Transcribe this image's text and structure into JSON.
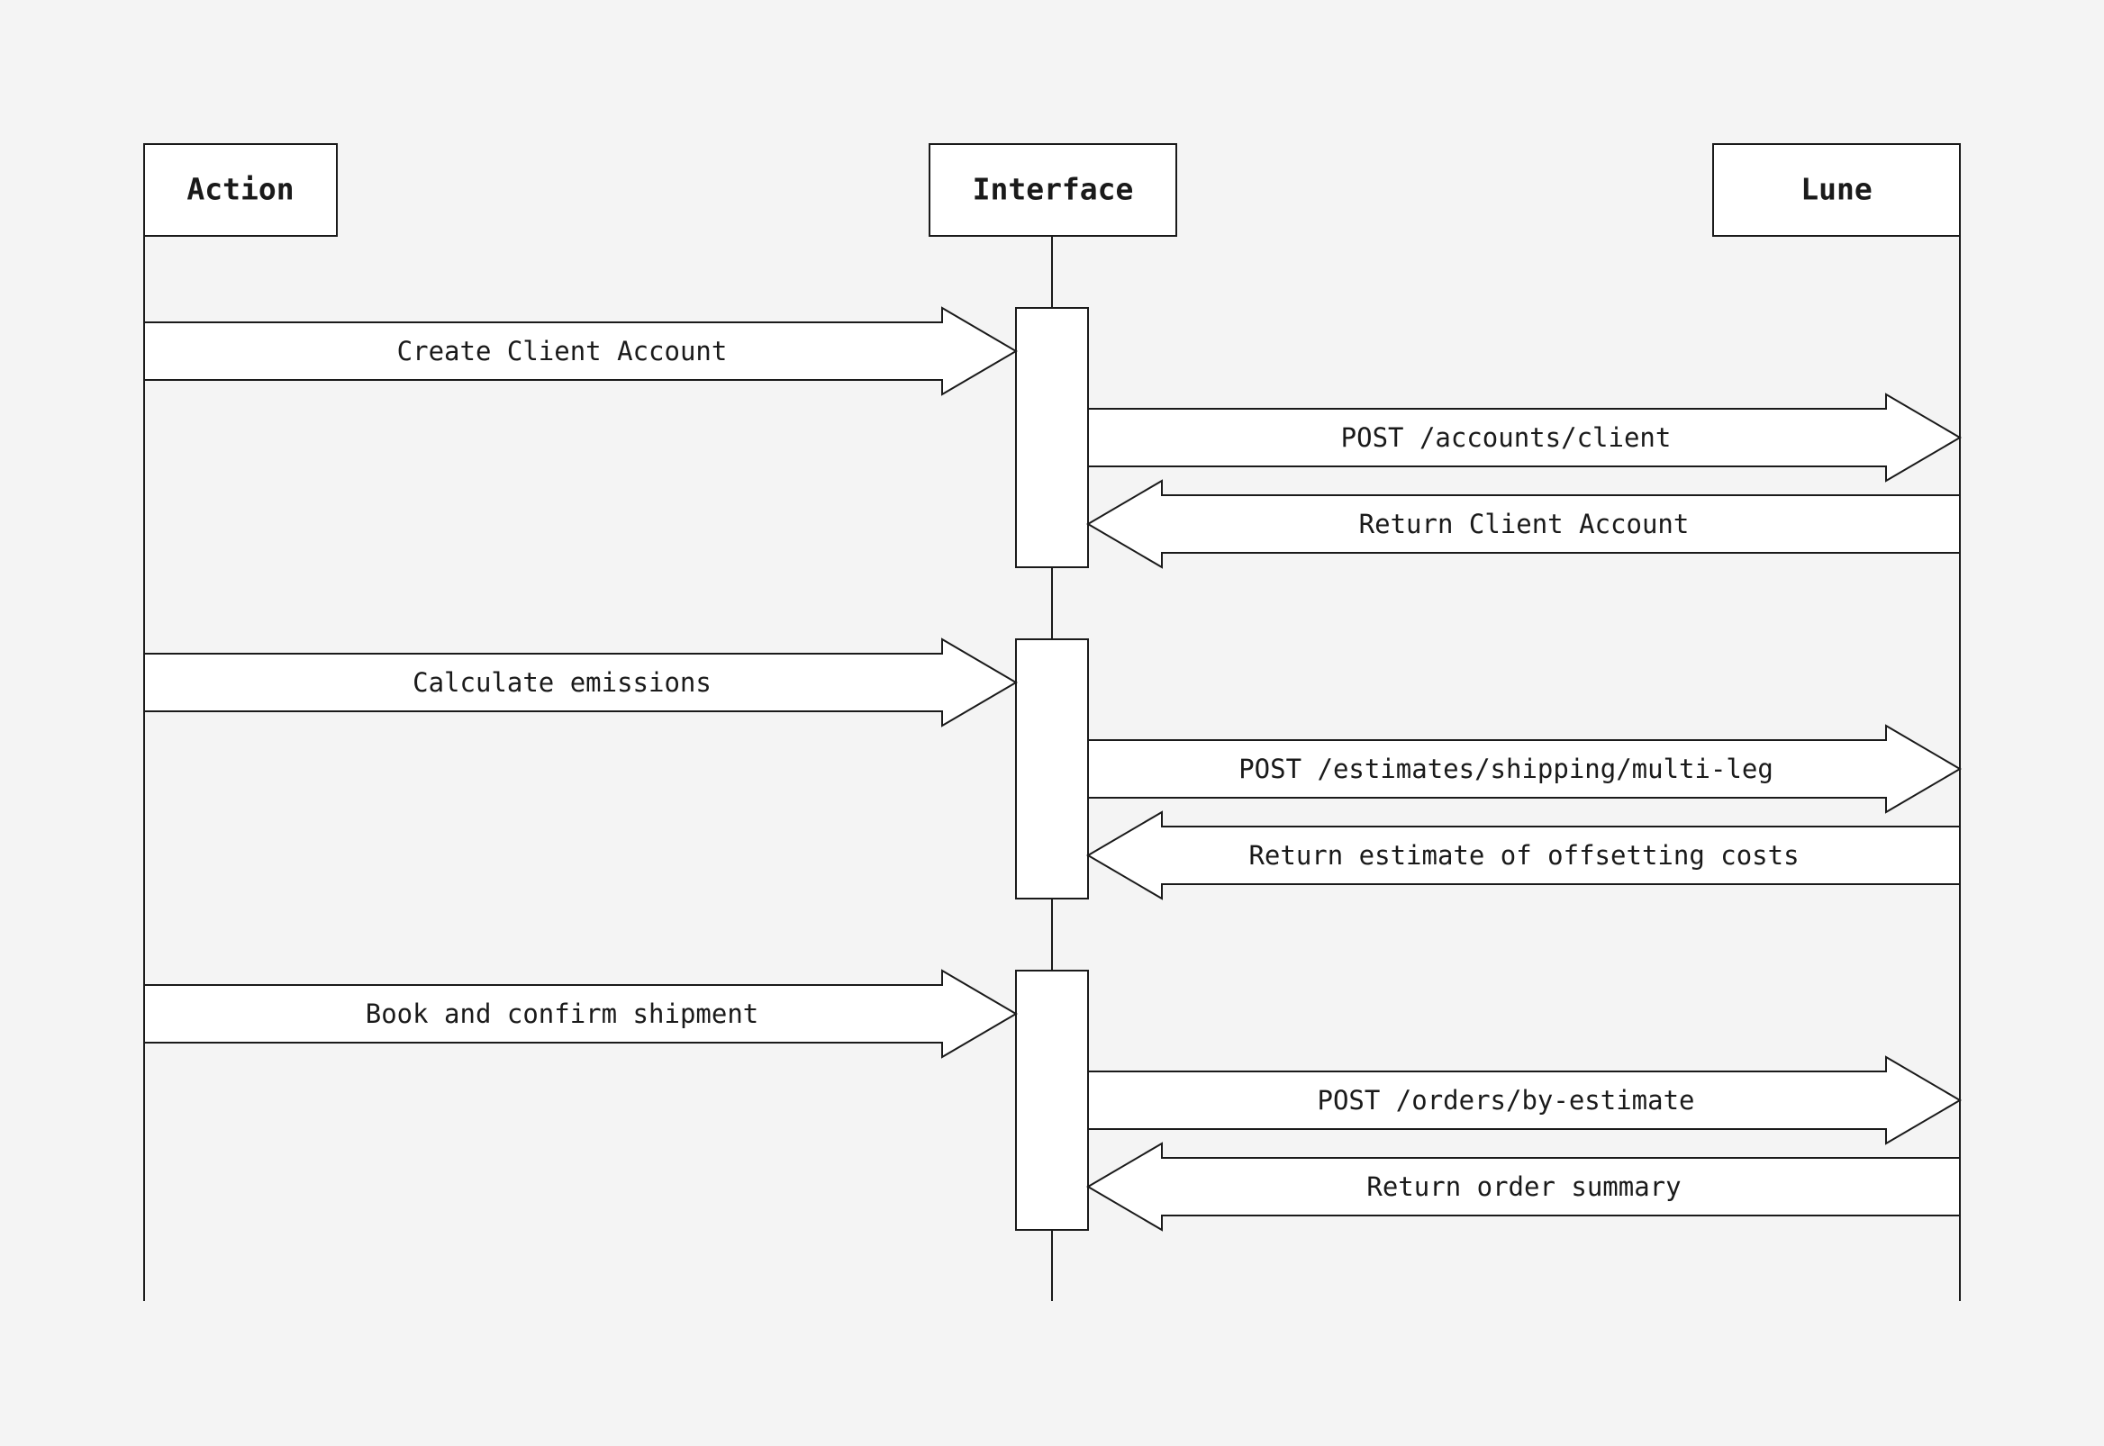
{
  "colors": {
    "background": "#f4f4f4",
    "stroke": "#1a1a1a",
    "fill": "#ffffff",
    "text": "#1a1a1a"
  },
  "participants": [
    {
      "id": "action",
      "label": "Action"
    },
    {
      "id": "interface",
      "label": "Interface"
    },
    {
      "id": "lune",
      "label": "Lune"
    }
  ],
  "groups": [
    {
      "messages": [
        {
          "label": "Create Client Account",
          "from": "action",
          "to": "interface"
        },
        {
          "label": "POST /accounts/client",
          "from": "interface",
          "to": "lune"
        },
        {
          "label": "Return Client Account",
          "from": "lune",
          "to": "interface"
        }
      ]
    },
    {
      "messages": [
        {
          "label": "Calculate emissions",
          "from": "action",
          "to": "interface"
        },
        {
          "label": "POST /estimates/shipping/multi-leg",
          "from": "interface",
          "to": "lune"
        },
        {
          "label": "Return estimate of offsetting costs",
          "from": "lune",
          "to": "interface"
        }
      ]
    },
    {
      "messages": [
        {
          "label": "Book and confirm shipment",
          "from": "action",
          "to": "interface"
        },
        {
          "label": "POST /orders/by-estimate",
          "from": "interface",
          "to": "lune"
        },
        {
          "label": "Return order summary",
          "from": "lune",
          "to": "interface"
        }
      ]
    }
  ]
}
